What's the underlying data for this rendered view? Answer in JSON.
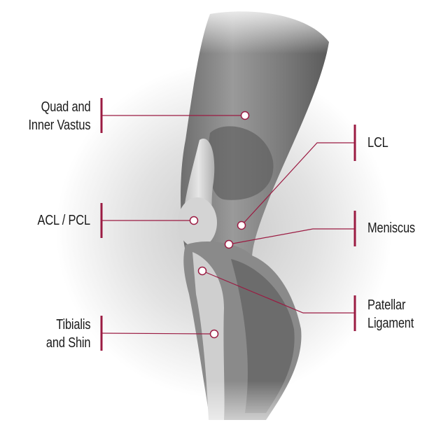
{
  "accent_color": "#9b1b42",
  "labels": {
    "quad": {
      "line1": "Quad and",
      "line2": "Inner Vastus"
    },
    "acl": {
      "line1": "ACL / PCL"
    },
    "tibialis": {
      "line1": "Tibialis",
      "line2": "and Shin"
    },
    "lcl": {
      "line1": "LCL"
    },
    "meniscus": {
      "line1": "Meniscus"
    },
    "patellar": {
      "line1": "Patellar",
      "line2": "Ligament"
    }
  }
}
